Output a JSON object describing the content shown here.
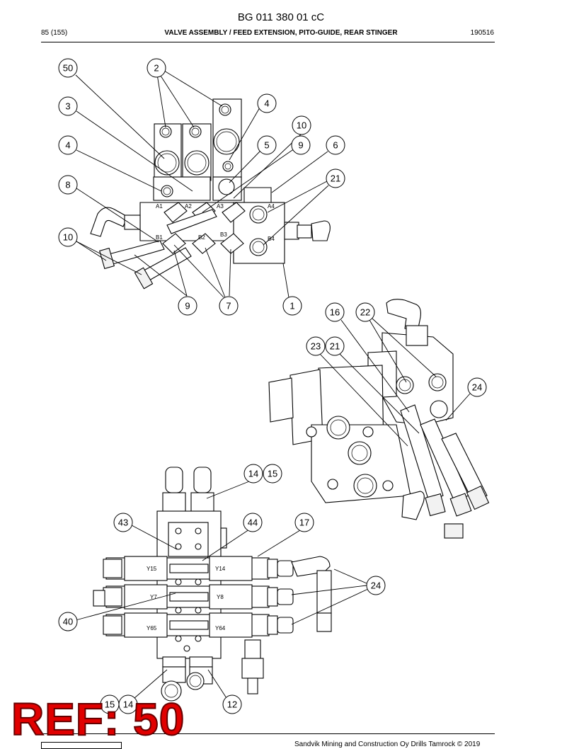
{
  "document": {
    "code": "BG 011 380 01 cC",
    "page": "85 (155)",
    "title": "VALVE ASSEMBLY / FEED EXTENSION, PITO-GUIDE, REAR STINGER",
    "date_code": "190516",
    "ref_stamp": "REF: 50",
    "footer": "Sandvik Mining and Construction Oy Drills Tamrock © 2019"
  },
  "callouts": {
    "c50": "50",
    "c2": "2",
    "c3": "3",
    "c4a": "4",
    "c4b": "4",
    "c10a": "10",
    "c5": "5",
    "c9a": "9",
    "c6": "6",
    "c21a": "21",
    "c8": "8",
    "c10b": "10",
    "c9b": "9",
    "c7": "7",
    "c1": "1",
    "c16": "16",
    "c22": "22",
    "c23": "23",
    "c21b": "21",
    "c24a": "24",
    "c14a": "14",
    "c15a": "15",
    "c43": "43",
    "c44": "44",
    "c17": "17",
    "c24b": "24",
    "c40": "40",
    "c15b": "15",
    "c14b": "14",
    "c12": "12"
  },
  "port_labels": {
    "a1": "A1",
    "a2": "A2",
    "a3": "A3",
    "a4": "A4",
    "b1": "B1",
    "b2": "B2",
    "b3": "B3",
    "b4": "B4",
    "y15": "Y15",
    "y14": "Y14",
    "y7": "Y7",
    "y8": "Y8",
    "y65": "Y65",
    "y64": "Y64"
  }
}
